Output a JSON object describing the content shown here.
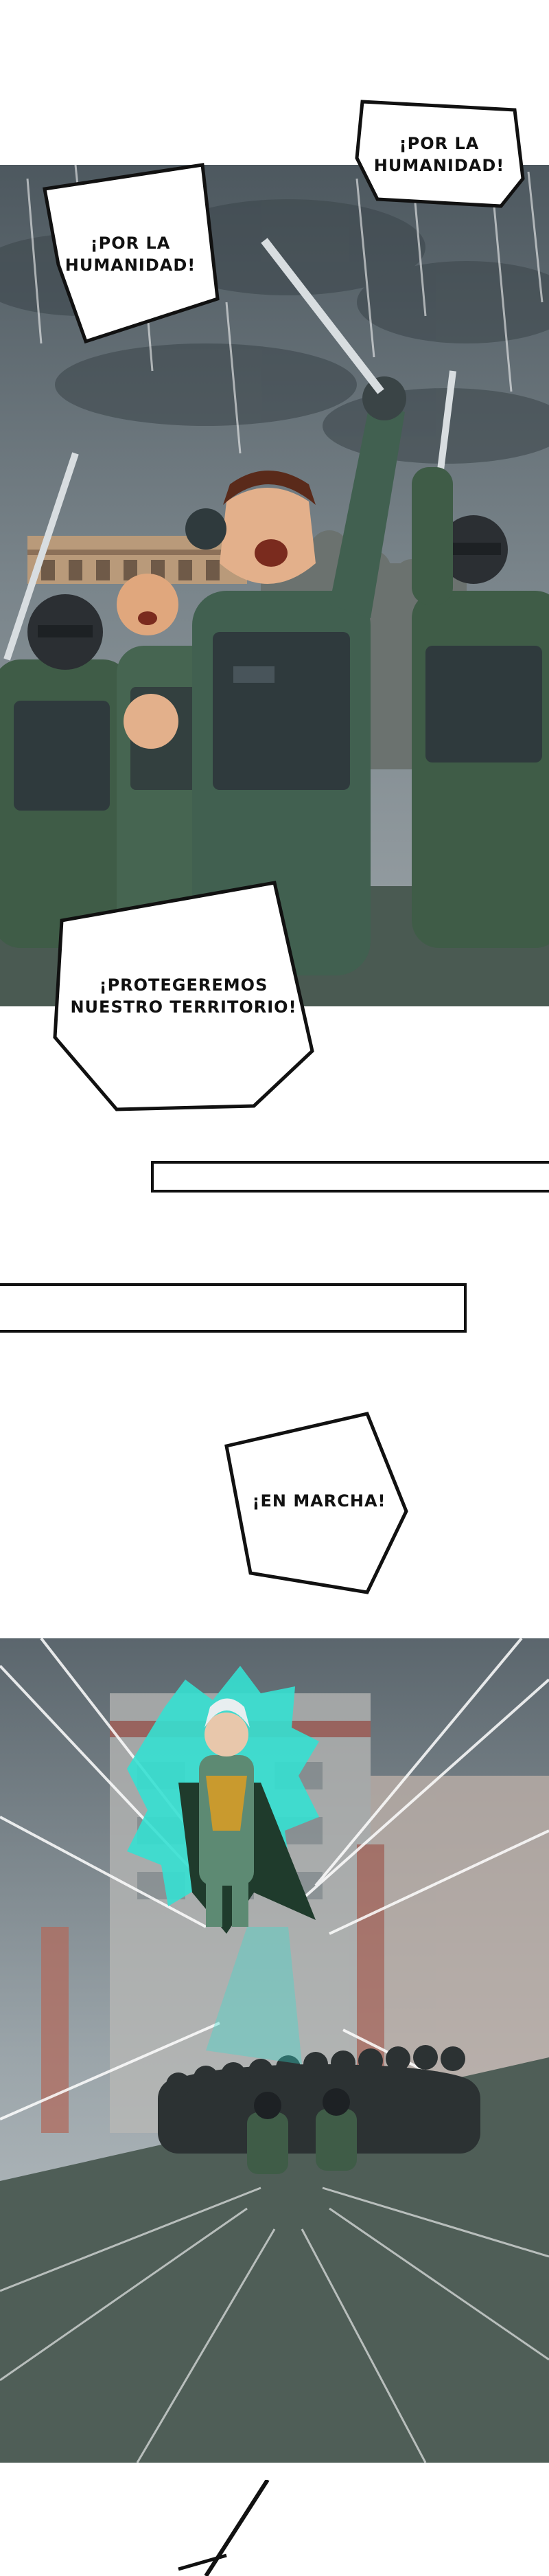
{
  "page": {
    "background": "#ffffff"
  },
  "panel1": {
    "sky_color": "#5f6b73",
    "uniform_color": "#3f5c47",
    "bubble_left": "¡POR LA\nHUMANIDAD!",
    "bubble_right": "¡POR LA\nHUMANIDAD!",
    "bubble_bottom": "¡PROTEGEREMOS\nNUESTRO TERRITORIO!"
  },
  "transition": {
    "bubble_march": "¡EN MARCHA!"
  },
  "panel2": {
    "sky_color": "#8f9aa0",
    "aura_color": "#35e0d2",
    "ground_color": "#4f5e57"
  }
}
